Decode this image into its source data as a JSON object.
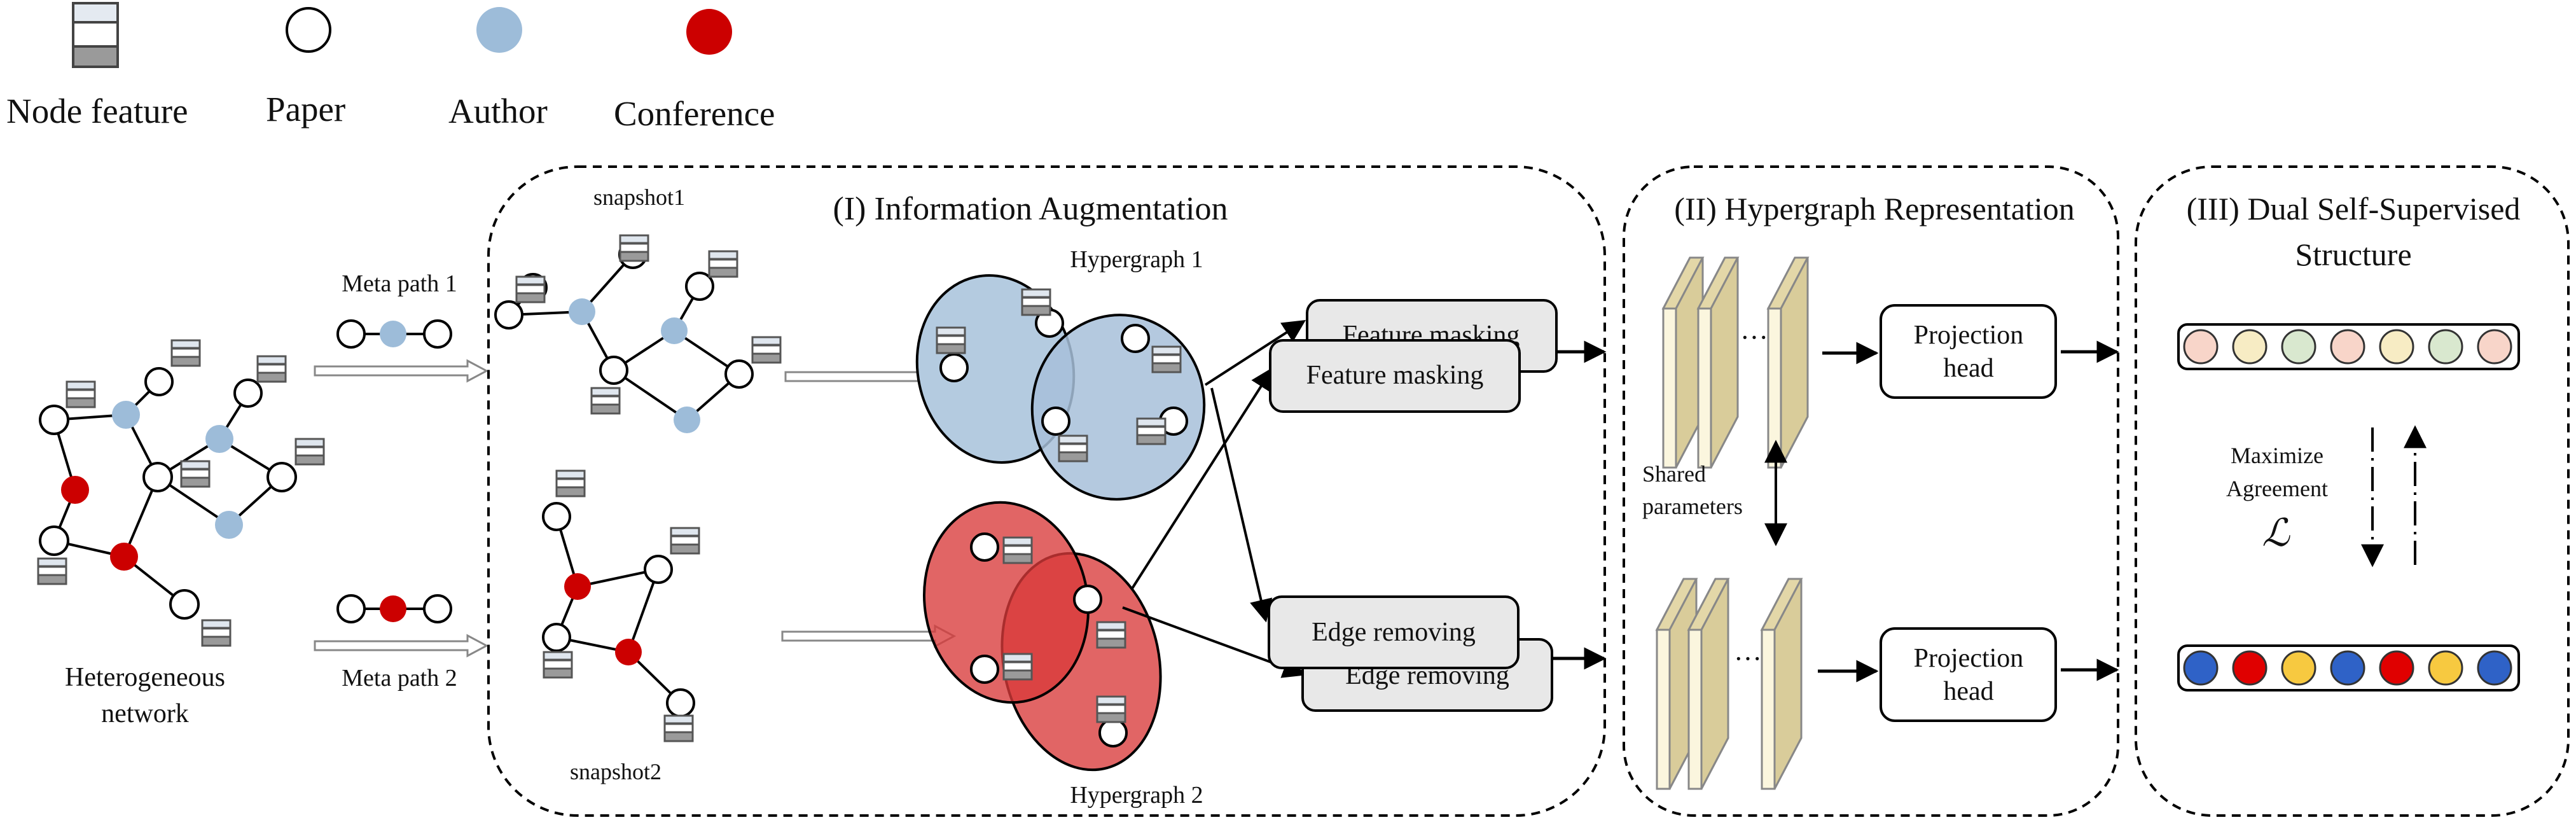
{
  "legend": {
    "node_feature": "Node feature",
    "paper": "Paper",
    "author": "Author",
    "conference": "Conference"
  },
  "input": {
    "network_label_1": "Heterogeneous",
    "network_label_2": "network",
    "meta_path_1": "Meta path 1",
    "meta_path_2": "Meta path 2"
  },
  "panel1": {
    "title": "(I) Information Augmentation",
    "snapshot1": "snapshot1",
    "snapshot2": "snapshot2",
    "hypergraph1": "Hypergraph 1",
    "hypergraph2": "Hypergraph 2",
    "feature_masking": "Feature masking",
    "edge_removing": "Edge removing"
  },
  "panel2": {
    "title": "(II) Hypergraph Representation",
    "ellipsis": "···",
    "shared_1": "Shared",
    "shared_2": "parameters",
    "projection_1": "Projection",
    "projection_2": "head"
  },
  "panel3": {
    "title_1": "(III) Dual Self-Supervised",
    "title_2": "Structure",
    "maximize_1": "Maximize",
    "maximize_2": "Agreement",
    "loss_symbol": "ℒ"
  },
  "colors": {
    "paper": "#ffffff",
    "author": "#9dbcd9",
    "conference": "#cc0000",
    "hypergraph_blue": "#b4cbe0",
    "hypergraph_red": "#d93a3a",
    "box_fill": "#e8e8e8",
    "layer_fill": "#f6f0cf",
    "vector_top": [
      "#f8d5c9",
      "#f7ecc4",
      "#d9e8cf",
      "#f8d5c9",
      "#f7ecc4",
      "#d9e8cf",
      "#f8d5c9"
    ],
    "vector_bottom": [
      "#2f62c7",
      "#e00000",
      "#f7c940",
      "#2f62c7",
      "#e00000",
      "#f7c940",
      "#2f62c7"
    ]
  }
}
